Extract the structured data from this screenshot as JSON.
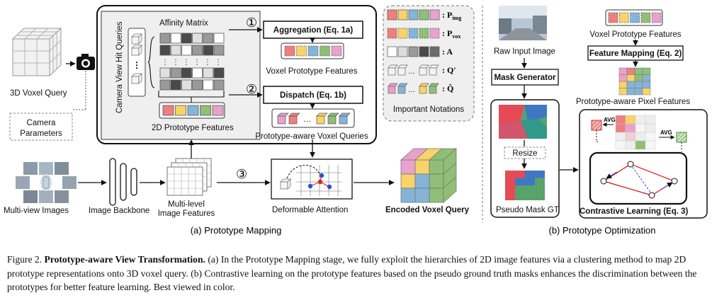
{
  "left_panel": {
    "voxel_query_label": "3D Voxel Query",
    "camera_params_label": [
      "Camera",
      "Parameters"
    ],
    "hit_queries_label": "Camera View Hit Queries",
    "affinity_label": "Affinity Matrix",
    "proto2d_label": "2D Prototype Features",
    "step1": "①",
    "step2": "②",
    "step3": "③",
    "aggregation_label": "Aggregation (Eq. 1a)",
    "voxel_proto_label": "Voxel Prototype Features",
    "dispatch_label": "Dispatch (Eq. 1b)",
    "proto_voxel_q_label": "Prototype-aware Voxel Queries",
    "multiview_label": "Multi-view Images",
    "backbone_label": "Image Backbone",
    "multilevel_label": [
      "Multi-level",
      "Image Features"
    ],
    "deformable_label": "Deformable Attention",
    "encoded_label": "Encoded Voxel Query",
    "notations_title": "Important Notations",
    "notation_symbols": [
      ": P",
      ": P",
      ": A",
      ": Q′",
      ": Q̂"
    ],
    "notation_subscripts": [
      "img",
      "vox",
      "",
      "",
      ""
    ],
    "subcaption": "(a) Prototype Mapping"
  },
  "right_panel": {
    "raw_label": "Raw Input Image",
    "mask_gen_label": "Mask Generator",
    "resize_label": "Resize",
    "pseudo_label": "Pseudo Mask GT",
    "voxel_proto_label": "Voxel Prototype Features",
    "feature_mapping_label": "Feature Mapping (Eq. 2)",
    "proto_pixel_label": "Prototype-aware Pixel Features",
    "avg1": "AVG",
    "avg2": "AVG",
    "contrastive_label": "Contrastive Learning (Eq. 3)",
    "subcaption": "(b) Prototype Optimization"
  },
  "caption": {
    "prefix": "Figure 2.",
    "title": "Prototype-aware View Transformation.",
    "body": "(a) In the Prototype Mapping stage, we fully exploit the hierarchies of 2D image features via a clustering method to map 2D prototype representations onto 3D voxel query. (b) Contrastive learning on the prototype features based on the pseudo ground truth masks enhances the discrimination between the prototypes for better feature learning. Best viewed in color."
  },
  "colors": {
    "red": "#ef7f7f",
    "yellow": "#f7d36a",
    "blue": "#86b4d8",
    "green": "#8fbf76",
    "pink": "#e9a2cc",
    "grid_dark": "#4a4a4a",
    "grid_mid": "#9a9a9a",
    "grid_light": "#e0e0e0"
  }
}
